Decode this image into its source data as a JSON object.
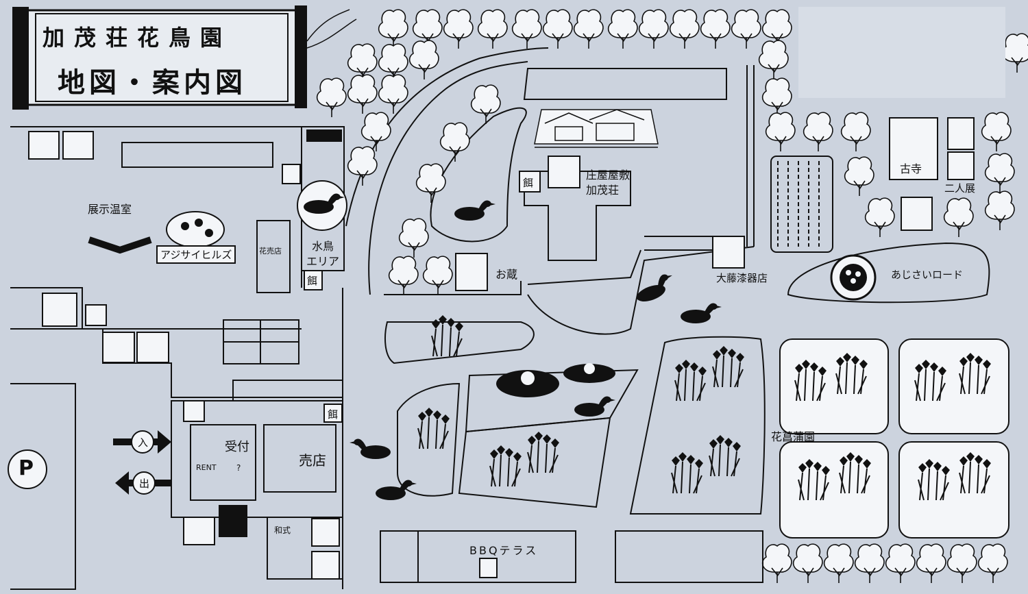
{
  "title": {
    "line1": "加茂荘花鳥園",
    "line2": "地図・案内図"
  },
  "areas": {
    "greenhouse": "展示温室",
    "hydrangea_hills": "アジサイヒルズ",
    "flower_shop": "花売店",
    "waterfowl": "水鳥",
    "waterfowl2": "エリア",
    "feed": "餌",
    "reception": "受付",
    "shop": "売店",
    "rent": "RENT",
    "enter": "入",
    "exit": "出",
    "japanese_style": "和式",
    "bbq": "BBQテラス",
    "storehouse": "お蔵",
    "shoya1": "庄屋屋敷",
    "shoya2": "加茂荘",
    "temple": "古寺",
    "doll": "二人展",
    "lacquer": "大藤漆器店",
    "hydrangea_road": "あじさいロード",
    "iris_garden": "花菖蒲園",
    "parking": "P",
    "question": "?"
  },
  "icons": [
    "toilet-icon",
    "wheelchair-icon",
    "trash-icon",
    "duck-icon",
    "feed-icon",
    "coffee-icon",
    "icecream-icon",
    "parking-icon",
    "house-icon",
    "bowl-icon",
    "temple-icon",
    "vase-icon",
    "doll-icon",
    "hydrangea-icon",
    "umbrella-icon",
    "stairs-icon"
  ],
  "colors": {
    "background": "#ccd3de",
    "ink": "#111111",
    "paper": "#f4f6f9"
  }
}
